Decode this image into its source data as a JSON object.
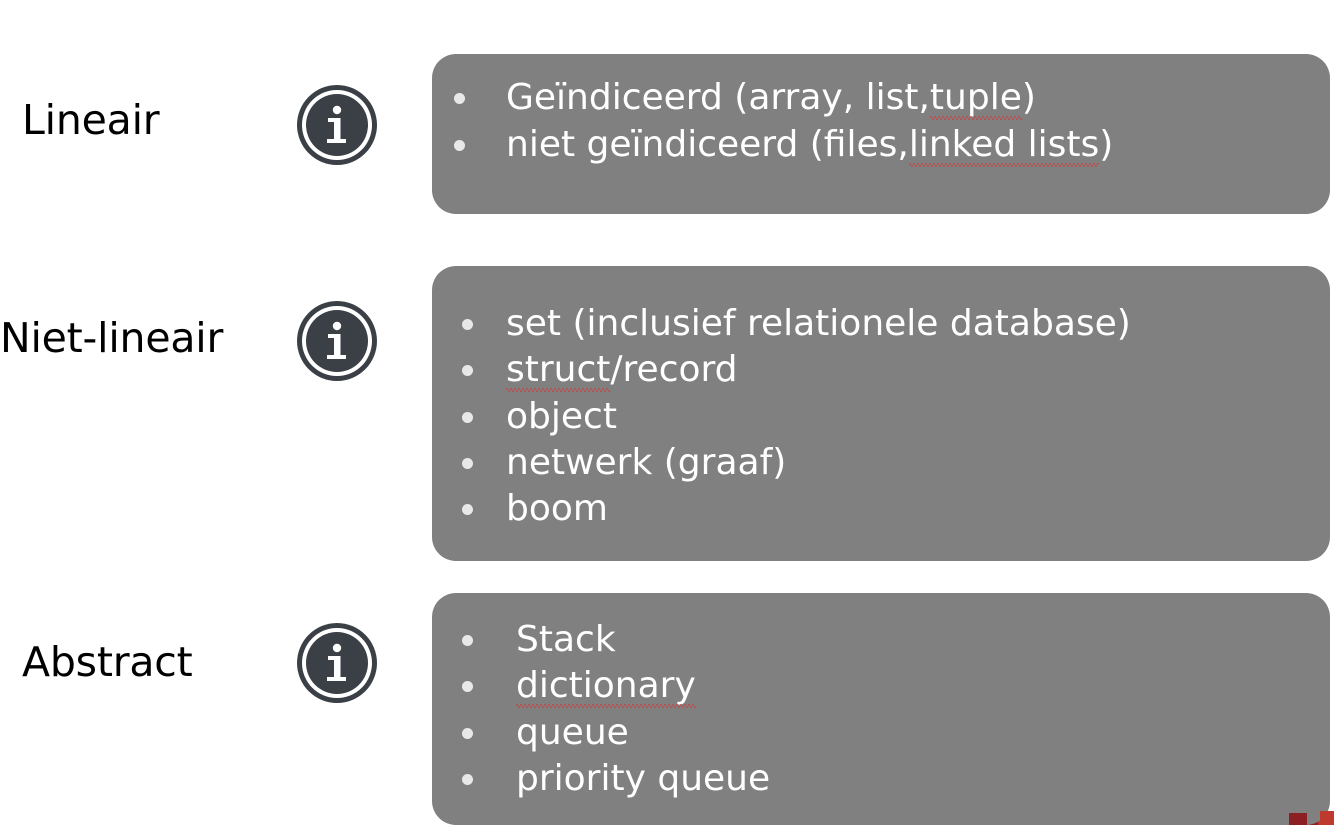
{
  "slide": {
    "background_color": "#ffffff",
    "callout_color": "#808080",
    "callout_text_color": "#ffffff",
    "label_color": "#000000",
    "icon_color": "#3b4046",
    "accent_color": "#8c1f24",
    "accent_color_bright": "#c0392f",
    "spellcheck_color": "#e03030"
  },
  "icons": {
    "info": "info-circle-icon",
    "info_glyph": "i"
  },
  "rows": [
    {
      "label": "Lineair",
      "icon": "info-circle-icon",
      "items": [
        {
          "prefix": "Geïndiceerd (array, list, ",
          "misspelled": "tuple",
          "suffix": ")"
        },
        {
          "prefix": "niet geïndiceerd (files, ",
          "misspelled": "linked lists",
          "suffix": ")"
        }
      ]
    },
    {
      "label": "Niet-lineair",
      "icon": "info-circle-icon",
      "items": [
        {
          "prefix": "set   (inclusief relationele database)",
          "misspelled": "",
          "suffix": ""
        },
        {
          "prefix": "",
          "misspelled": "struct",
          "suffix": "/record"
        },
        {
          "prefix": "object",
          "misspelled": "",
          "suffix": ""
        },
        {
          "prefix": "netwerk (graaf)",
          "misspelled": "",
          "suffix": ""
        },
        {
          "prefix": "boom",
          "misspelled": "",
          "suffix": ""
        }
      ]
    },
    {
      "label": "Abstract",
      "icon": "info-circle-icon",
      "items": [
        {
          "prefix": "Stack",
          "misspelled": "",
          "suffix": ""
        },
        {
          "prefix": "",
          "misspelled": "dictionary",
          "suffix": ""
        },
        {
          "prefix": "queue",
          "misspelled": "",
          "suffix": ""
        },
        {
          "prefix": "priority queue",
          "misspelled": "",
          "suffix": ""
        }
      ]
    }
  ]
}
